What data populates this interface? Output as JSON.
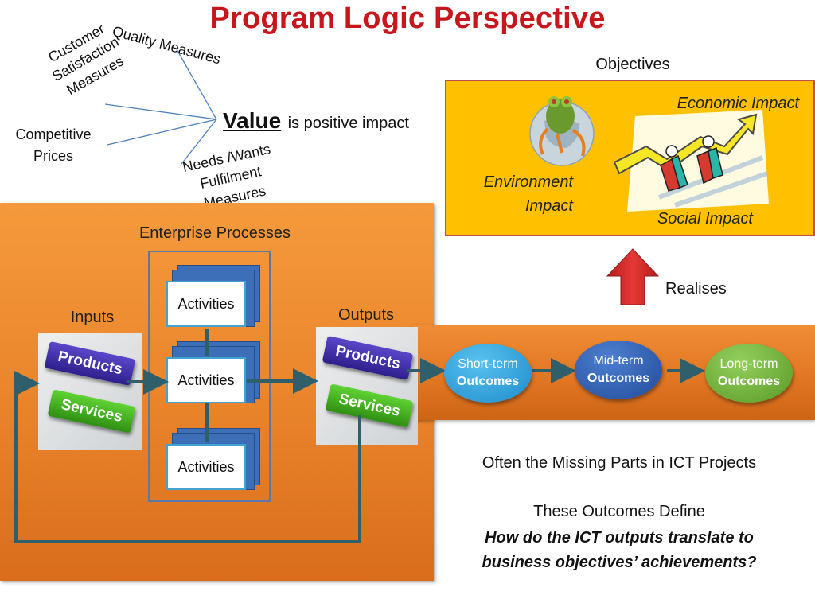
{
  "title": "Program Logic Perspective",
  "value_section": {
    "value_word": "Value",
    "value_rest": "is positive impact",
    "measures": {
      "quality": "Quality Measures",
      "customer_line1": "Customer",
      "customer_line2": "Satisfaction",
      "customer_line3": "Measures",
      "competitive_line1": "Competitive",
      "competitive_line2": "Prices",
      "needs_line1": "Needs /Wants",
      "needs_line2": "Fulfilment",
      "needs_line3": "Measures"
    }
  },
  "process": {
    "enterprise_label": "Enterprise Processes",
    "inputs_label": "Inputs",
    "outputs_label": "Outputs",
    "activities": [
      "Activities",
      "Activities",
      "Activities"
    ],
    "card_products": "Products",
    "card_services": "Services"
  },
  "outcomes": [
    {
      "line1": "Short-term",
      "line2": "Outcomes",
      "color": "#2e9fd6"
    },
    {
      "line1": "Mid-term",
      "line2": "Outcomes",
      "color": "#2f5fb2"
    },
    {
      "line1": "Long-term",
      "line2": "Outcomes",
      "color": "#73b33a"
    }
  ],
  "objectives": {
    "title": "Objectives",
    "economic": "Economic Impact",
    "environment_line1": "Environment",
    "environment_line2": "Impact",
    "social": "Social Impact",
    "realises": "Realises"
  },
  "notes": {
    "missing_parts": "Often the Missing Parts in ICT Projects",
    "define": "These Outcomes Define",
    "question_line1": "How do the ICT outputs translate to",
    "question_line2": "business objectives’ achievements?"
  },
  "colors": {
    "title": "#c8161d",
    "panel_orange": "#e9832a",
    "objectives_fill": "#ffc000",
    "connector_teal": "#2e5f6b",
    "activity_border": "#41a3cf",
    "arrow_red": "#c62828"
  }
}
